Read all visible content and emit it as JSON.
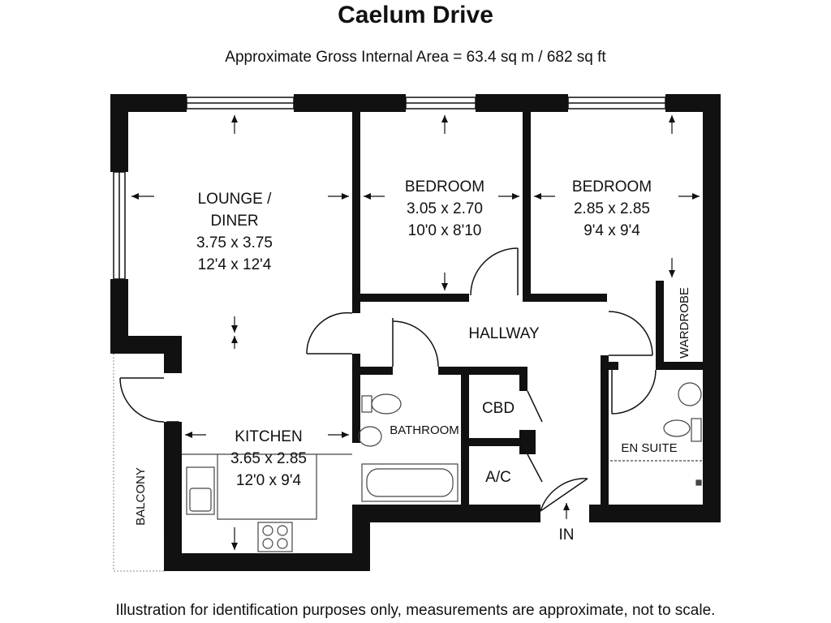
{
  "header": {
    "title": "Caelum Drive",
    "area_text": "Approximate Gross Internal Area = 63.4 sq m / 682 sq ft"
  },
  "rooms": {
    "lounge": {
      "name_line1": "LOUNGE /",
      "name_line2": "DINER",
      "metric": "3.75 x 3.75",
      "imperial": "12'4 x 12'4"
    },
    "bedroom1": {
      "name": "BEDROOM",
      "metric": "3.05 x 2.70",
      "imperial": "10'0 x 8'10"
    },
    "bedroom2": {
      "name": "BEDROOM",
      "metric": "2.85 x 2.85",
      "imperial": "9'4 x 9'4"
    },
    "hallway": {
      "name": "HALLWAY"
    },
    "kitchen": {
      "name": "KITCHEN",
      "metric": "3.65 x 2.85",
      "imperial": "12'0 x 9'4"
    },
    "bathroom": {
      "name": "BATHROOM"
    },
    "cbd": {
      "name": "CBD"
    },
    "ac": {
      "name": "A/C"
    },
    "en_suite": {
      "name": "EN SUITE"
    },
    "wardrobe": {
      "name": "WARDROBE"
    },
    "balcony": {
      "name": "BALCONY"
    },
    "entrance": {
      "name": "IN"
    }
  },
  "footer": {
    "disclaimer": "Illustration for identification purposes only, measurements are approximate, not to scale."
  }
}
